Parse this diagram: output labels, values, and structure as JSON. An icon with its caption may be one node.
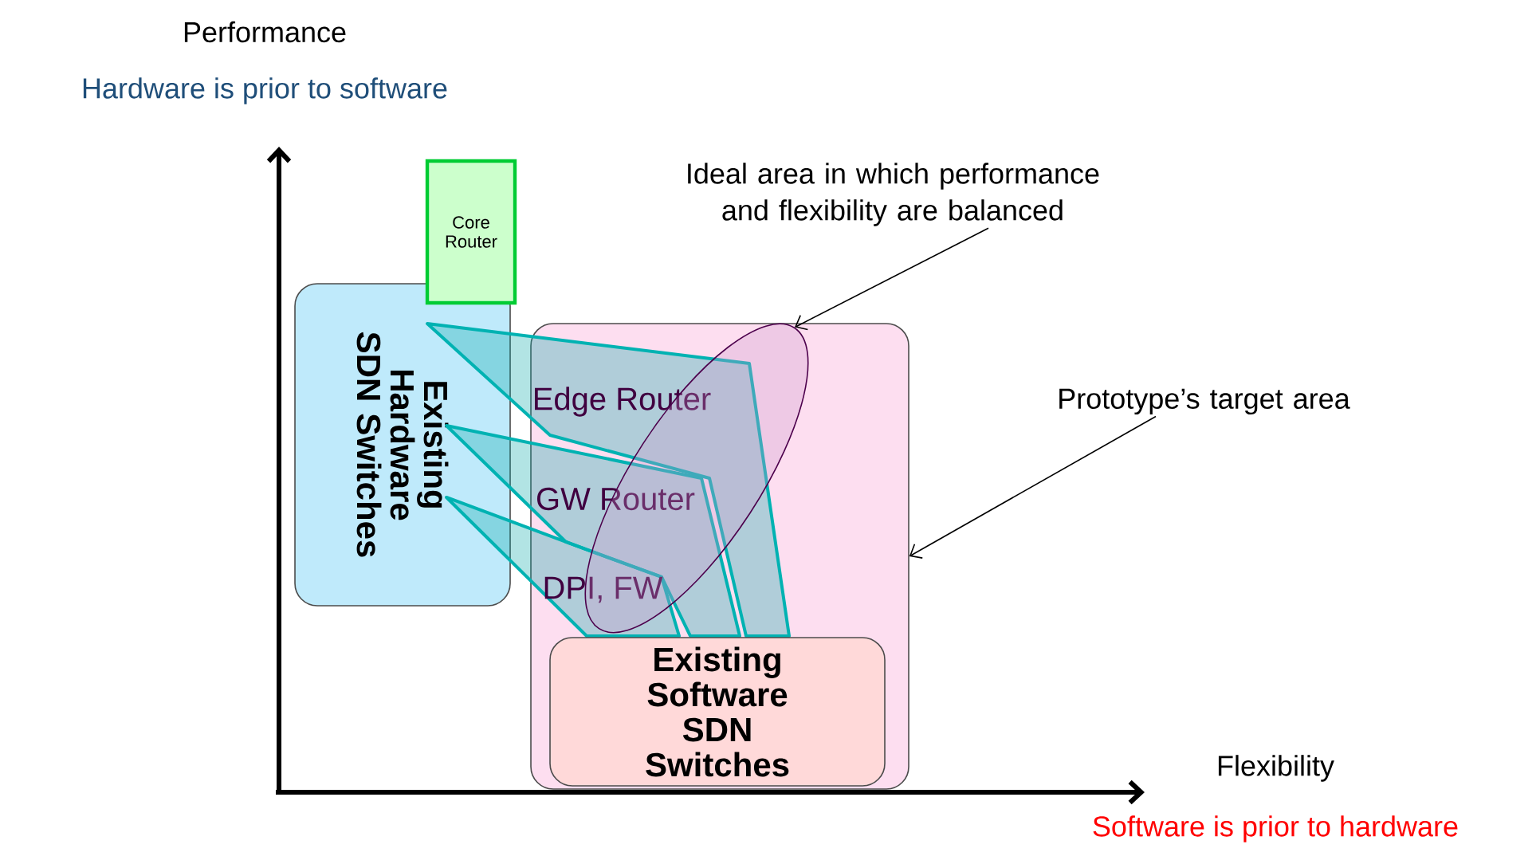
{
  "diagram": {
    "nodes": [
      {
        "text": [
          "Core Router"
        ]
      },
      {
        "text": [
          "Ideal area in which performance and flexibility are balanced"
        ]
      },
      {
        "text": [
          "Existing Hardware SDN Switches"
        ]
      },
      {
        "text": [],
        "shape": "box"
      },
      {
        "text": [
          "Edge Router"
        ]
      },
      {
        "text": [],
        "shape": "ellipse",
        "in": 3
      },
      {
        "text": [
          "Prototype’s target area"
        ]
      },
      {
        "text": [
          "GW Router"
        ]
      },
      {
        "text": [
          "DPI, FW"
        ]
      },
      {
        "text": [
          "Existing Software SDN Switches"
        ],
        "in": 3
      }
    ],
    "edges": [
      {
        "from": 1,
        "to": 5,
        "arrow": "to"
      },
      {
        "from": 6,
        "to": 3,
        "arrow": "to"
      }
    ],
    "labels": [
      "Performance",
      "Hardware is prior to software",
      "Flexibility",
      "Software is prior to hardware"
    ]
  }
}
